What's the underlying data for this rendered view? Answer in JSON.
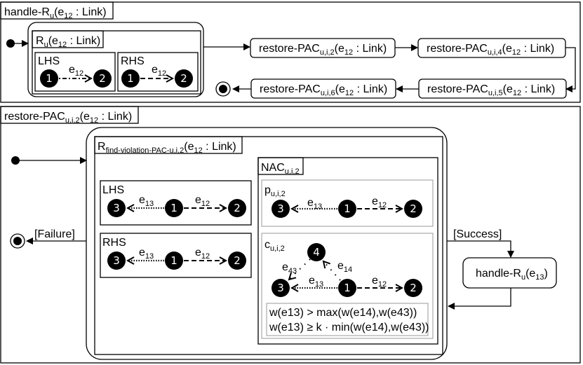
{
  "top_frame": {
    "title": "handle-R",
    "title_sub": "u",
    "title_args": "(e",
    "title_args_sub": "12",
    "title_args_end": " : Link)"
  },
  "rule_ru": {
    "title": "R",
    "title_sub": "u",
    "title_args": "(e",
    "title_args_sub": "12",
    "title_args_end": " : Link)",
    "lhs_label": "LHS",
    "rhs_label": "RHS",
    "edge_label": "e",
    "edge_sub": "12"
  },
  "restore_nodes": [
    {
      "id": "restore-2",
      "base": "restore-PAC",
      "sub": "u,i,2",
      "args": "(e",
      "args_sub": "12",
      "args_end": " : Link)"
    },
    {
      "id": "restore-4",
      "base": "restore-PAC",
      "sub": "u,i,4",
      "args": "(e",
      "args_sub": "12",
      "args_end": " : Link)"
    },
    {
      "id": "restore-5",
      "base": "restore-PAC",
      "sub": "u,i,5",
      "args": "(e",
      "args_sub": "12",
      "args_end": " : Link)"
    },
    {
      "id": "restore-6",
      "base": "restore-PAC",
      "sub": "u,i,6",
      "args": "(e",
      "args_sub": "12",
      "args_end": " : Link)"
    }
  ],
  "bottom_frame": {
    "title": "restore-PAC",
    "title_sub": "u,i,2",
    "title_args": "(e",
    "title_args_sub": "12",
    "title_args_end": " : Link)"
  },
  "rule_find": {
    "title": "R",
    "title_sub": "find-violation-PAC-u,i,2",
    "title_args": "(e",
    "title_args_sub": "12",
    "title_args_end": " : Link)",
    "lhs_label": "LHS",
    "rhs_label": "RHS",
    "e13": "e",
    "e13_sub": "13",
    "e12": "e",
    "e12_sub": "12"
  },
  "nac": {
    "title": "NAC",
    "title_sub": "u,i,2",
    "p_label": "p",
    "p_sub": "u,i,2",
    "c_label": "c",
    "c_sub": "u,i,2",
    "e43": "e",
    "e43_sub": "43",
    "e14": "e",
    "e14_sub": "14",
    "cond1": "w(e13) > max(w(e14),w(e43))",
    "cond2": "w(e13) ≥ k · min(w(e14),w(e43))"
  },
  "transitions": {
    "failure": "[Failure]",
    "success": "[Success]"
  },
  "handle_node": {
    "base": "handle-R",
    "sub": "u",
    "args": "(e",
    "args_sub": "13",
    "args_end": ")"
  },
  "node_labels": {
    "n1": "1",
    "n2": "2",
    "n3": "3",
    "n4": "4"
  }
}
